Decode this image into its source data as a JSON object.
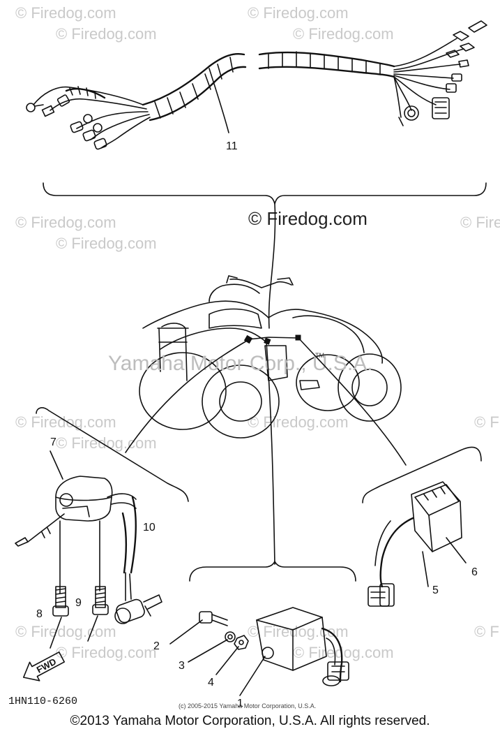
{
  "watermark": {
    "tile_text": "© Firedog.com",
    "center_text": "© Firedog.com",
    "faded_caption": "Yamaha Motor Corp., U.S.A."
  },
  "callouts": {
    "harness": "11",
    "cdi": "1",
    "bolt": "2",
    "washer": "3",
    "nut": "4",
    "rectifier": "5",
    "rectifier_connector": "6",
    "ignition_coil": "7",
    "coil_bolt_a": "8",
    "coil_bolt_b": "9",
    "plug_cap": "10"
  },
  "fwd_label": "FWD",
  "tm_mark": "TM",
  "diagram_code": "1HN110-6260",
  "small_copyright": "(c) 2005-2015 Yamaha Motor Corporation, U.S.A.",
  "footer_copyright": "©2013 Yamaha Motor Corporation, U.S.A. All rights reserved."
}
